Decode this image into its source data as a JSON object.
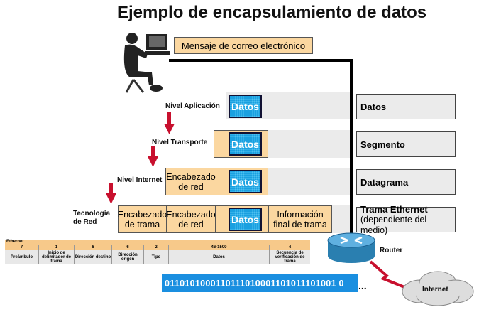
{
  "title": "Ejemplo de encapsulamiento de datos",
  "message": "Mensaje de correo electrónico",
  "levels": {
    "app": "Nivel Aplicación",
    "transport": "Nivel Transporte",
    "internet": "Nivel Internet",
    "network": "Tecnología de Red"
  },
  "datos": "Datos",
  "headers": {
    "network": "Encabezado de red",
    "frame": "Encabezado de trama",
    "trailer": "Información final de trama"
  },
  "pdu": {
    "data": "Datos",
    "segment": "Segmento",
    "datagram": "Datagrama",
    "frame": "Trama Ethernet",
    "frame_sub": "(dependiente del medio)"
  },
  "ethernet": {
    "title": "Ethernet",
    "sizes": [
      "7",
      "1",
      "6",
      "6",
      "2",
      "46-1500",
      "4"
    ],
    "fields": [
      "Preámbulo",
      "Inicio de delimitador de trama",
      "Dirección destino",
      "Dirección origen",
      "Tipo",
      "Datos",
      "Secuencia de verificación de trama"
    ]
  },
  "binary": "0110101000110111010001101011101001 0",
  "binary_ellipsis": "...",
  "router": "Router",
  "internet": "Internet",
  "colors": {
    "orange": "#fbd7a0",
    "blue": "#1aa0e0",
    "arrow": "#c8102e"
  }
}
